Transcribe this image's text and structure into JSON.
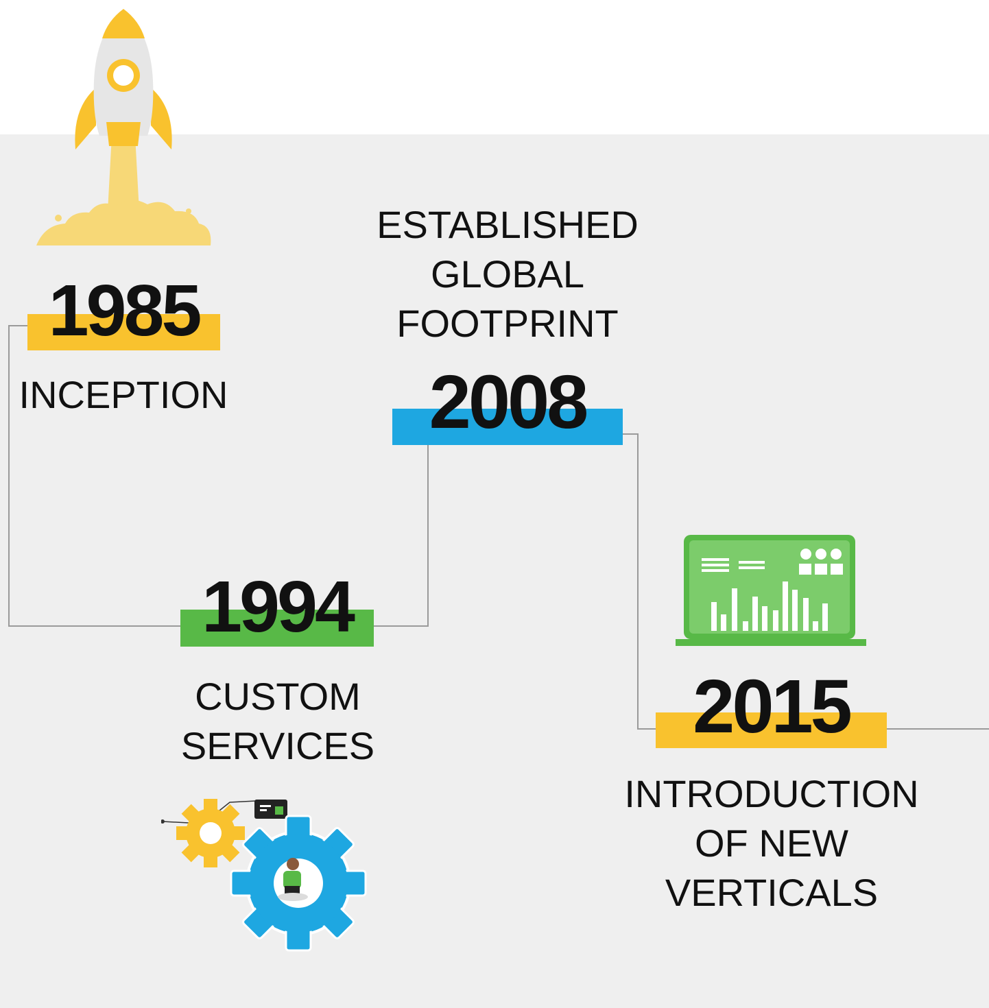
{
  "colors": {
    "background": "#efefef",
    "header": "#ffffff",
    "connector": "#9a9a9a",
    "yellow": "#f9c22e",
    "blue": "#1ea7e1",
    "green": "#58b947",
    "text": "#111111"
  },
  "milestones": [
    {
      "year": "1985",
      "accent": "yellow",
      "icon": "rocket-icon",
      "label_lines": [
        "INCEPTION"
      ]
    },
    {
      "year": "1994",
      "accent": "green",
      "icon": "gears-icon",
      "label_lines": [
        "CUSTOM",
        "SERVICES"
      ]
    },
    {
      "year": "2008",
      "accent": "blue",
      "icon": "",
      "label_lines": [
        "ESTABLISHED",
        "GLOBAL",
        "FOOTPRINT"
      ]
    },
    {
      "year": "2015",
      "accent": "yellow",
      "icon": "analytics-monitor-icon",
      "label_lines": [
        "INTRODUCTION",
        "OF NEW",
        "VERTICALS"
      ]
    }
  ]
}
